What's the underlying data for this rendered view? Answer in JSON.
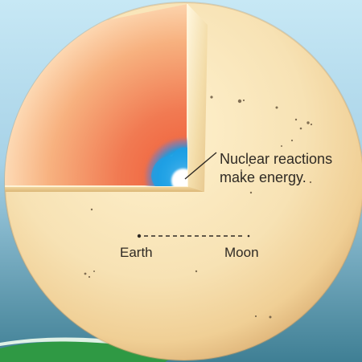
{
  "diagram": {
    "callout": {
      "line1": "Nuclear reactions",
      "line2": "make energy."
    },
    "scale": {
      "earth_label": "Earth",
      "moon_label": "Moon"
    },
    "colors": {
      "background_top": "#b9dff0",
      "background_bottom": "#4f8da2",
      "sun_surface": "#f6e3b5",
      "sun_edge": "#dab276",
      "interior_outer": "#ffd7aa",
      "interior_mid": "#ef6f45",
      "core_blue": "#1aa7e8",
      "core_center": "#ffffff",
      "text": "#2f2a24",
      "sunspot": "#6c5a42"
    }
  }
}
